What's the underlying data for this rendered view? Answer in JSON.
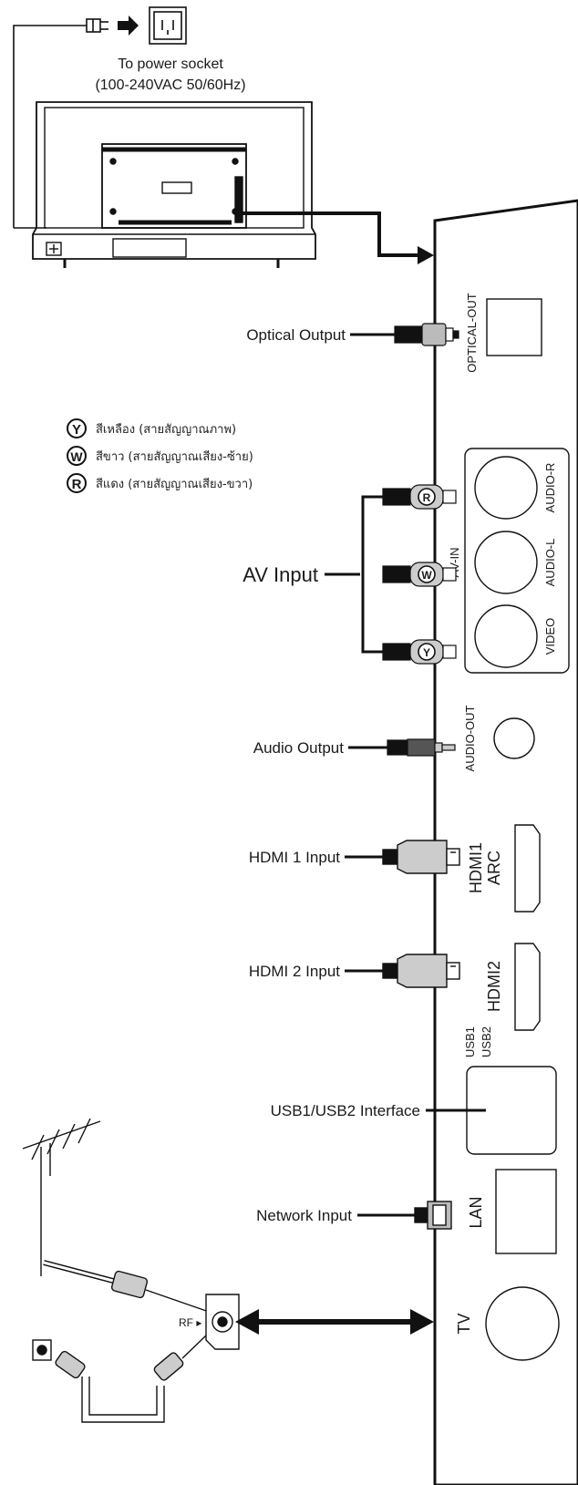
{
  "power": {
    "label_line1": "To power socket",
    "label_line2": "(100-240VAC 50/60Hz)"
  },
  "legend": [
    {
      "letter": "Y",
      "text": "สีเหลือง (สายสัญญาณภาพ)"
    },
    {
      "letter": "W",
      "text": "สีขาว (สายสัญญาณเสียง-ซ้าย)"
    },
    {
      "letter": "R",
      "text": "สีแดง (สายสัญญาณเสียง-ขวา)"
    }
  ],
  "connections": {
    "optical": "Optical Output",
    "av": "AV Input",
    "audio": "Audio Output",
    "hdmi1": "HDMI 1 Input",
    "hdmi2": "HDMI 2 Input",
    "usb": "USB1/USB2 Interface",
    "network": "Network Input"
  },
  "ports": {
    "optical_out": "OPTICAL-OUT",
    "audio_r": "AUDIO-R",
    "audio_l": "AUDIO-L",
    "video": "VIDEO",
    "av_in": "AV-IN",
    "audio_out": "AUDIO-OUT",
    "hdmi1": "HDMI1",
    "arc": "ARC",
    "hdmi2": "HDMI2",
    "usb1": "USB1",
    "usb2": "USB2",
    "lan": "LAN",
    "tv": "TV"
  },
  "rf_label": "RF ▸",
  "plug_letters": {
    "r": "R",
    "w": "W",
    "y": "Y"
  }
}
